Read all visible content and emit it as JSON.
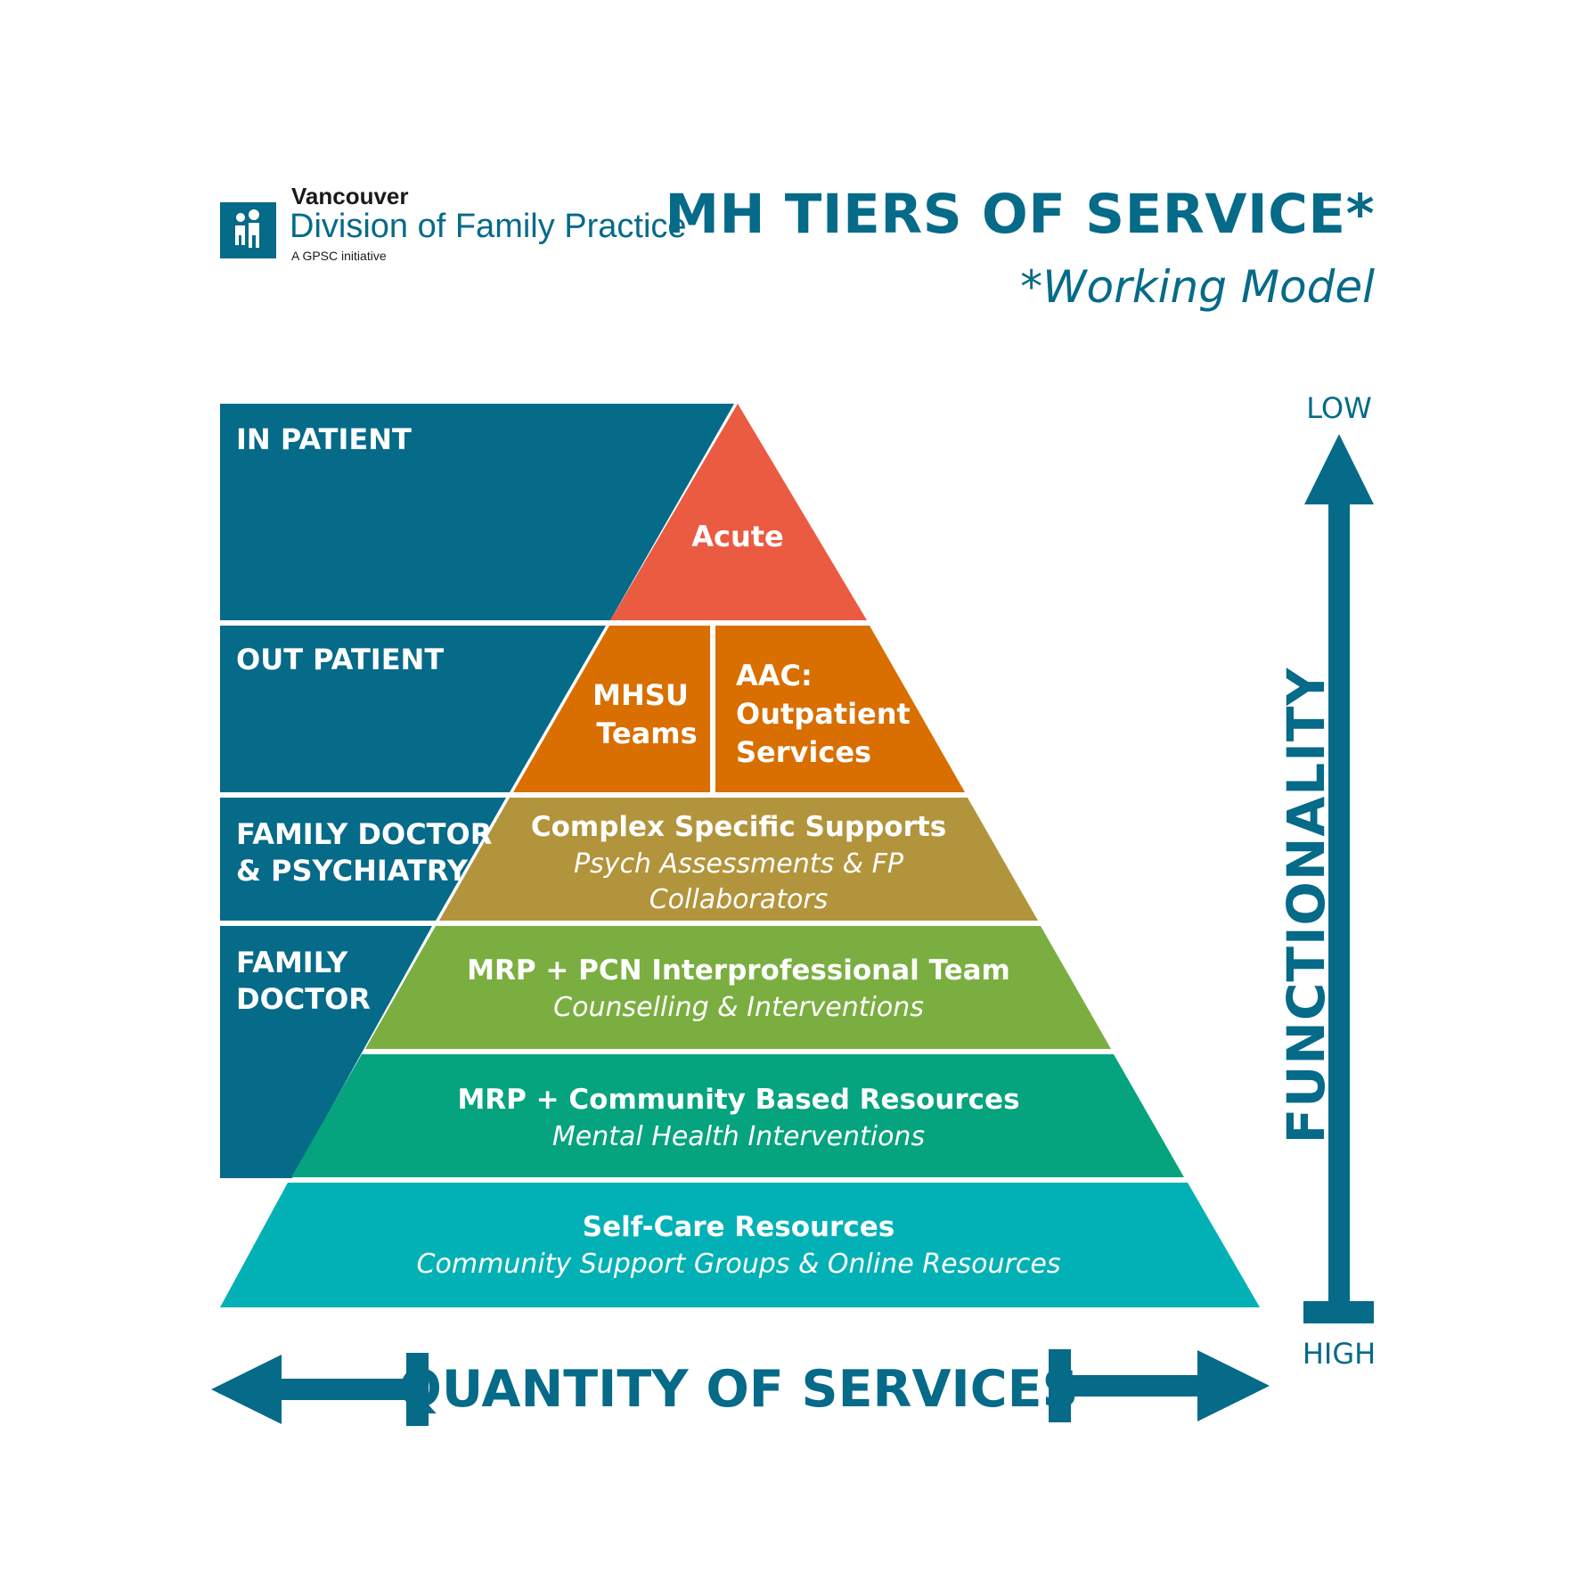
{
  "header": {
    "title": "MH TIERS OF SERVICE*",
    "subtitle": "*Working Model"
  },
  "logo": {
    "name_line1": "Vancouver",
    "name_line2": "Division of Family Practice",
    "tagline": "A GPSC initiative"
  },
  "left_labels": {
    "in_patient": "IN PATIENT",
    "out_patient": "OUT PATIENT",
    "family_doctor_psychiatry": [
      "FAMILY DOCTOR",
      "& PSYCHIATRY"
    ],
    "family_doctor": [
      "FAMILY",
      "DOCTOR"
    ]
  },
  "tiers": {
    "acute": "Acute",
    "mhsu": [
      "MHSU",
      "Teams"
    ],
    "aac": [
      "AAC:",
      "Outpatient",
      "Services"
    ],
    "complex": {
      "title": "Complex Specific Supports",
      "sub": [
        "Psych Assessments & FP",
        "Collaborators"
      ]
    },
    "pcn": {
      "title": "MRP + PCN Interprofessional Team",
      "sub": "Counselling & Interventions"
    },
    "community": {
      "title": "MRP + Community Based Resources",
      "sub": "Mental Health Interventions"
    },
    "selfcare": {
      "title": "Self-Care Resources",
      "sub": "Community Support Groups & Online Resources"
    }
  },
  "axes": {
    "functionality": "FUNCTIONALITY",
    "low": "LOW",
    "high": "HIGH",
    "quantity": "QUANTITY OF SERVICES"
  },
  "colors": {
    "navy": "#066a89",
    "acute": "#ea5b41",
    "outpatient": "#d96e01",
    "complex": "#b2943c",
    "pcn": "#7bae41",
    "community": "#05a37e",
    "selfcare": "#02b1b5"
  }
}
